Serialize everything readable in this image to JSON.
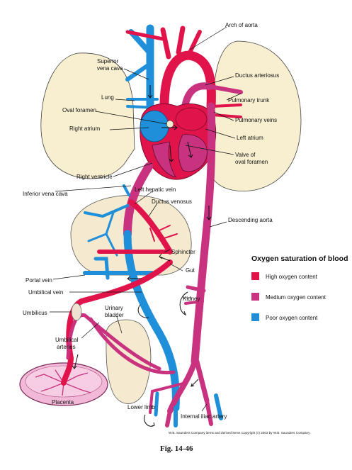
{
  "labels": {
    "arch_of_aorta": "Arch of aorta",
    "superior_vena_cava_1": "Superior",
    "superior_vena_cava_2": "vena cava",
    "ductus_arteriosus": "Ductus arteriosus",
    "lung": "Lung",
    "pulmonary_trunk": "Pulmonary trunk",
    "oval_foramen": "Oval foramen",
    "pulmonary_veins": "Pulmonary veins",
    "right_atrium": "Right atrium",
    "left_atrium": "Left atrium",
    "valve_of_oval_foramen_1": "Valve of",
    "valve_of_oval_foramen_2": "oval foramen",
    "right_ventricle": "Right ventricle",
    "inferior_vena_cava": "Inferior vena cava",
    "left_hepatic_vein": "Left hepatic vein",
    "ductus_venosus": "Ductus venosus",
    "descending_aorta": "Descending aorta",
    "sphincter": "Sphincter",
    "gut": "Gut",
    "portal_vein": "Portal vein",
    "umbilical_vein": "Umbilical vein",
    "kidney": "Kidney",
    "umbilicus": "Umbilicus",
    "urinary_bladder_1": "Urinary",
    "urinary_bladder_2": "bladder",
    "umbilical_arteries_1": "Umbilical",
    "umbilical_arteries_2": "arteries",
    "placenta": "Placenta",
    "lower_limb": "Lower limb",
    "internal_iliac_artery": "Internal iliac artery"
  },
  "legend": {
    "title": "Oxygen saturation of blood",
    "items": [
      {
        "label": "High oxygen content",
        "color": "#e0144a"
      },
      {
        "label": "Medium oxygen content",
        "color": "#c8327e"
      },
      {
        "label": "Poor oxygen content",
        "color": "#1e8fd8"
      }
    ]
  },
  "colors": {
    "high": "#e0144a",
    "medium": "#c8327e",
    "poor": "#1e8fd8",
    "lung_fill": "#f7efcf",
    "organ_fill": "#f5e9cf",
    "placenta_fill": "#f2b8d8"
  },
  "copyright": "W.B. Saunders Company items and derived items Copyright (c) 2003 by W.B. Saunders Company",
  "figure_caption": "Fig. 14-46"
}
